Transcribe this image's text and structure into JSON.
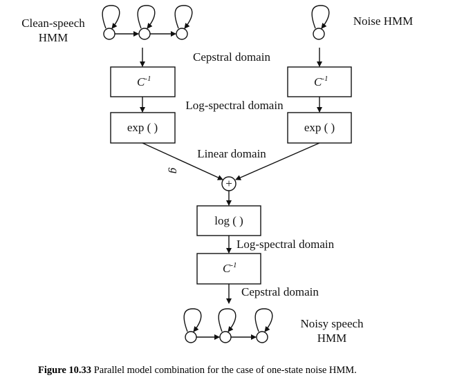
{
  "hmm_labels": {
    "clean_line1": "Clean-speech",
    "clean_line2": "HMM",
    "noise": "Noise HMM",
    "noisy_line1": "Noisy speech",
    "noisy_line2": "HMM"
  },
  "domains": {
    "cepstral_top": "Cepstral domain",
    "log_spectral_top": "Log-spectral domain",
    "linear": "Linear domain",
    "log_spectral_bottom": "Log-spectral domain",
    "cepstral_bottom": "Cepstral domain"
  },
  "boxes": {
    "c_inv_base": "C",
    "c_inv_sup": "-1",
    "exp": "exp ( )",
    "log": "log ( )"
  },
  "gain_label": "g",
  "sum_symbol": "+",
  "caption": {
    "label": "Figure 10.33",
    "text": " Parallel model combination for the case of one-state noise HMM."
  }
}
